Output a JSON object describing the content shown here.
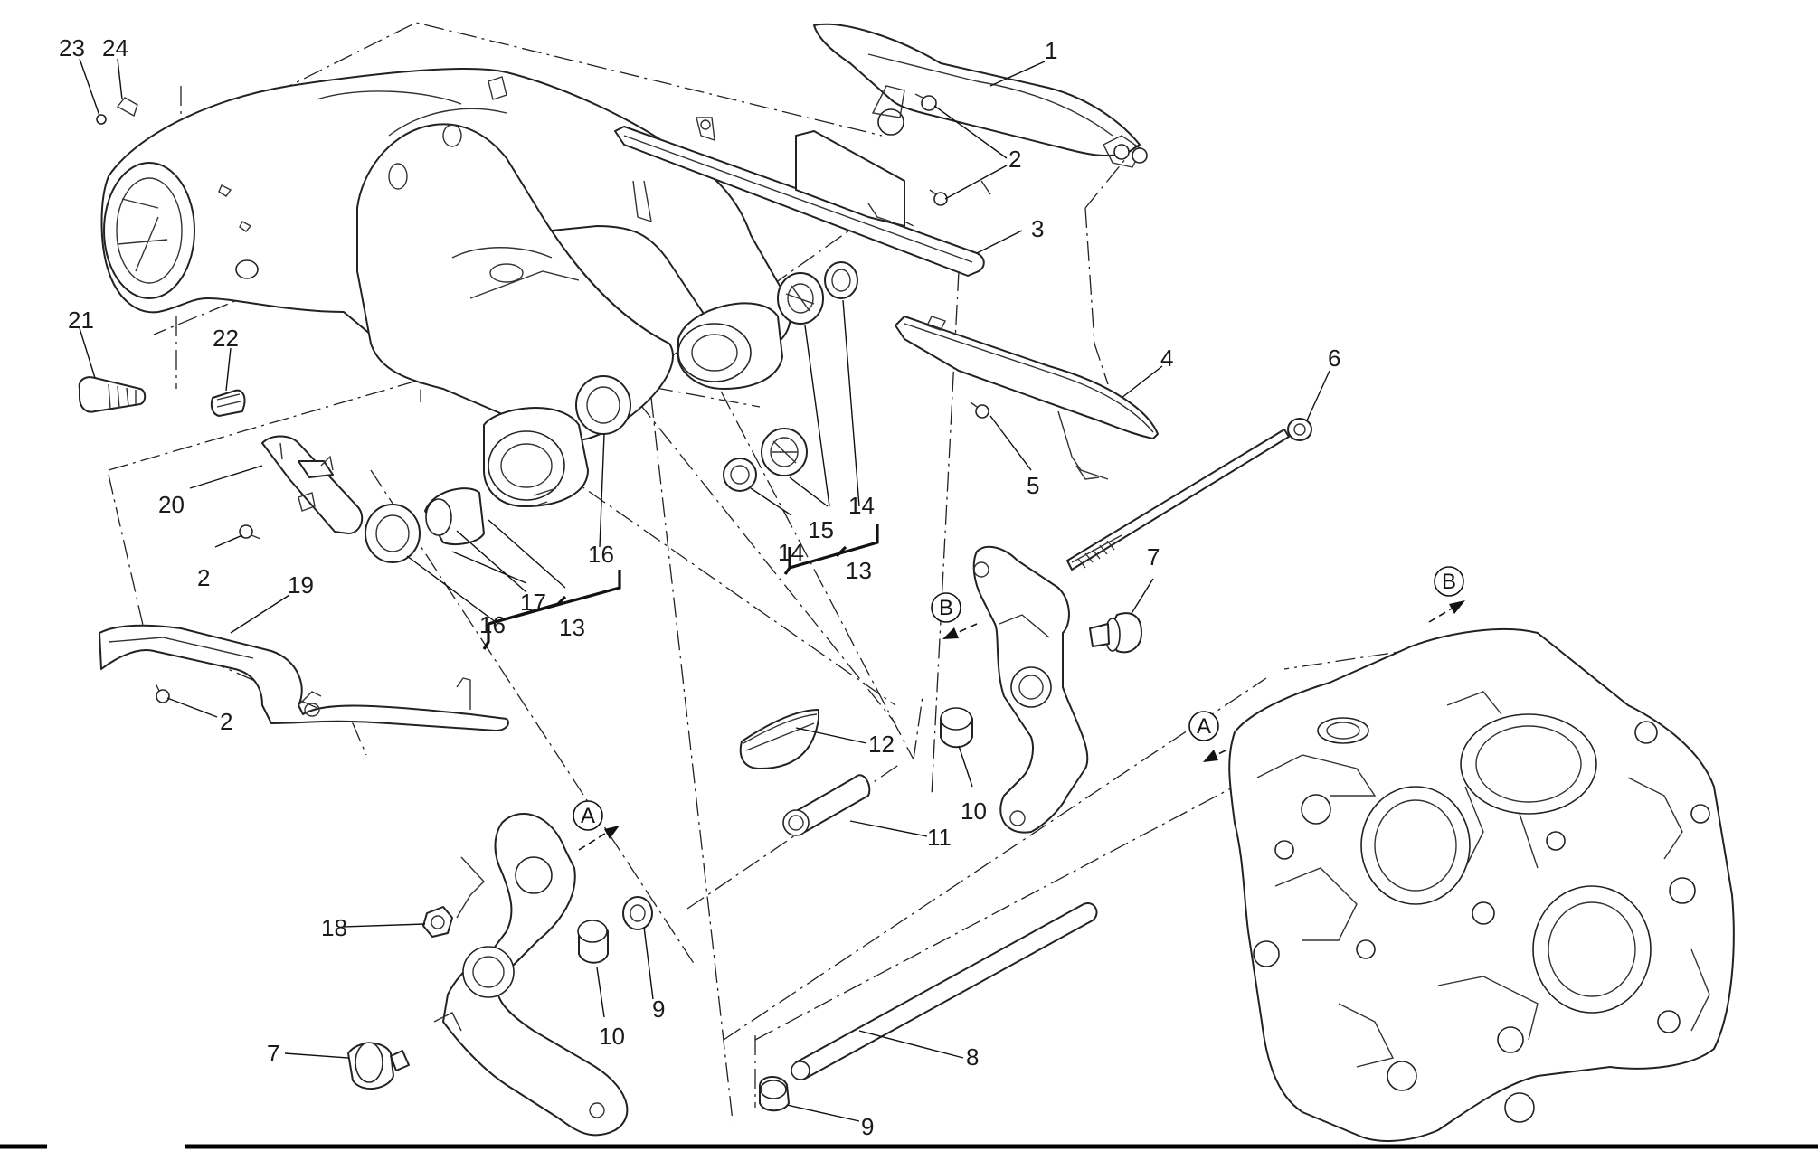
{
  "callouts": {
    "c1": "1",
    "c2a": "2",
    "c2b": "2",
    "c2c": "2",
    "c3": "3",
    "c4": "4",
    "c5": "5",
    "c6": "6",
    "c7a": "7",
    "c7b": "7",
    "c8": "8",
    "c9a": "9",
    "c9b": "9",
    "c10a": "10",
    "c10b": "10",
    "c11": "11",
    "c12": "12",
    "c13a": "13",
    "c13b": "13",
    "c14a": "14",
    "c14b": "14",
    "c15": "15",
    "c16a": "16",
    "c16b": "16",
    "c17": "17",
    "c18": "18",
    "c19": "19",
    "c20": "20",
    "c21": "21",
    "c22": "22",
    "c23": "23",
    "c24": "24"
  },
  "refs": {
    "a_mid": "A",
    "a_crankcase": "A",
    "b_mid": "B",
    "b_crankcase": "B"
  }
}
